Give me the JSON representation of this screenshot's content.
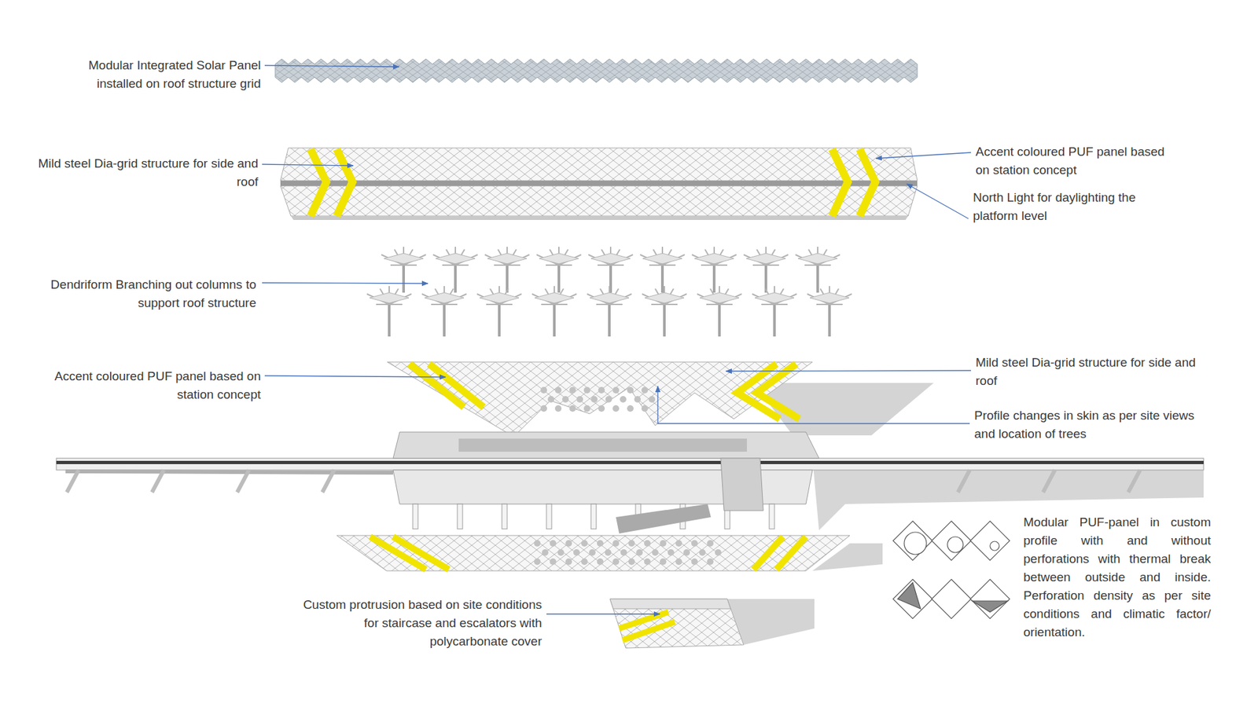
{
  "diagram": {
    "labels": [
      "Modular Integrated Solar Panel installed on roof structure grid",
      "Mild steel Dia-grid structure for side and roof",
      "Accent coloured PUF panel based on station concept",
      "North Light for daylighting the platform level",
      "Dendriform Branching out columns to support roof structure",
      "Accent coloured PUF panel based on station concept",
      "Mild steel Dia-grid structure for side and roof",
      "Profile changes in skin as per site views and location of trees",
      "Modular PUF-panel in custom profile with and without perforations with thermal break between outside and inside. Perforation density as per site conditions and climatic factor/ orientation.",
      "Custom protrusion based on site conditions for staircase and escalators with polycarbonate cover"
    ]
  }
}
